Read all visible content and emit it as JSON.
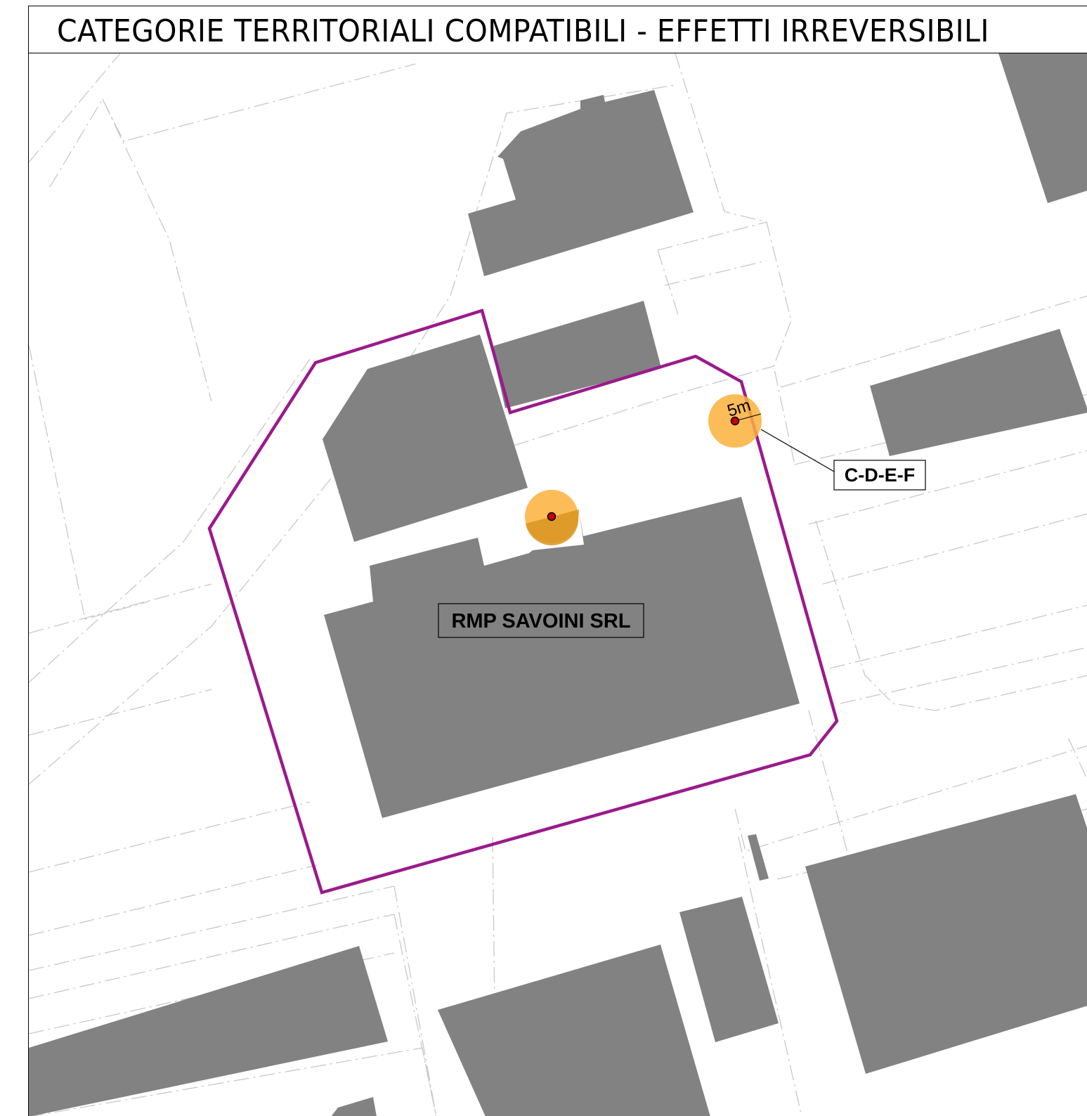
{
  "title": "CATEGORIE TERRITORIALI COMPATIBILI - EFFETTI IRREVERSIBILI",
  "colors": {
    "building": "#828282",
    "boundary": "#9b1a8c",
    "hazard_area": "#fbb03b",
    "hazard_overlap": "#d99522",
    "source_point": "#cc0000",
    "parcel_lines": "#c8c8c8"
  },
  "labels": {
    "plant_name": "RMP SAVOINI SRL",
    "category_callout": "C-D-E-F",
    "radius_label": "5m"
  },
  "icons": {
    "source_point": "red-dot-icon"
  }
}
